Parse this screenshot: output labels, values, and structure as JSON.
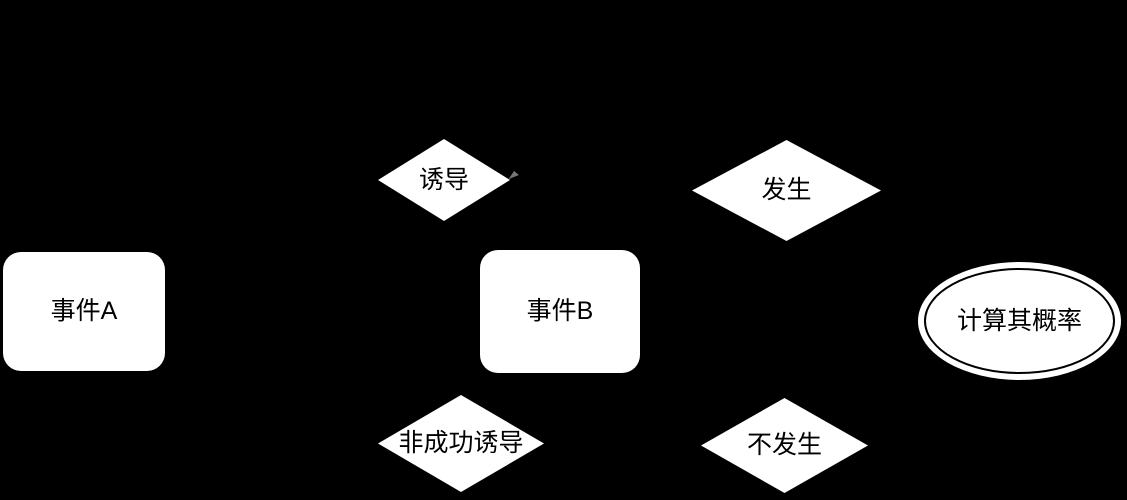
{
  "colors": {
    "background": "#000000",
    "shape_fill": "#ffffff",
    "text": "#000000",
    "arrowhead_remnant": "#8a8a8a"
  },
  "nodes": {
    "event_a": {
      "label": "事件A",
      "shape": "rounded-rectangle"
    },
    "induce": {
      "label": "诱导",
      "shape": "diamond"
    },
    "event_b": {
      "label": "事件B",
      "shape": "rounded-rectangle"
    },
    "non_success_induce": {
      "label": "非成功诱导",
      "shape": "diamond"
    },
    "occur": {
      "label": "发生",
      "shape": "diamond"
    },
    "not_occur": {
      "label": "不发生",
      "shape": "diamond"
    },
    "compute_probability": {
      "label": "计算其概率",
      "shape": "double-ellipse"
    }
  },
  "icons": {
    "arrowhead": "connector-arrowhead"
  }
}
